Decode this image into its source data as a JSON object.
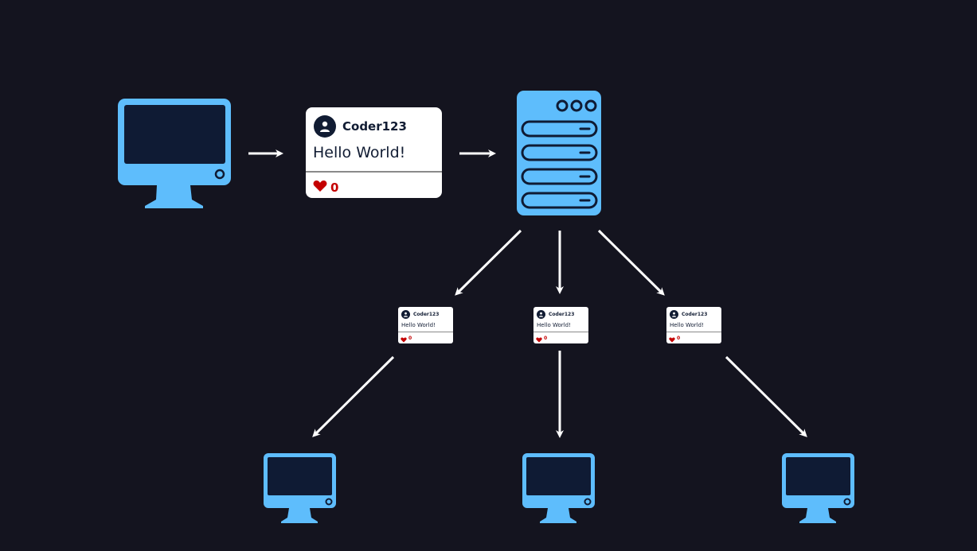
{
  "colors": {
    "background": "#14141f",
    "device": "#5ebdfc",
    "screen": "#0f1b34",
    "arrow": "#ffffff",
    "heart": "#c40000"
  },
  "post": {
    "username": "Coder123",
    "message": "Hello World!",
    "likes": "0"
  },
  "icons": {
    "computer": "desktop-monitor-icon",
    "server": "server-icon",
    "avatar": "user-icon",
    "heart": "heart-icon"
  }
}
